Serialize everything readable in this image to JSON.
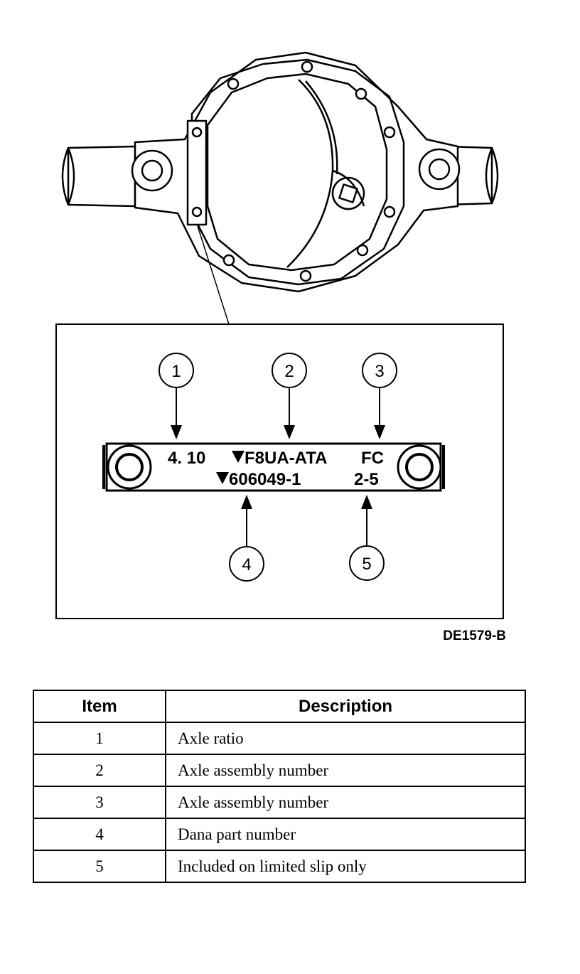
{
  "figure_id": "DE1579-B",
  "tag": {
    "line1": {
      "ratio": "4. 10",
      "assembly": "F8UA-ATA",
      "code": "FC"
    },
    "line2": {
      "part": "606049-1",
      "slip": "2-5"
    }
  },
  "callouts": [
    "1",
    "2",
    "3",
    "4",
    "5"
  ],
  "legend": {
    "headers": {
      "item": "Item",
      "description": "Description"
    },
    "rows": [
      {
        "item": "1",
        "description": "Axle ratio"
      },
      {
        "item": "2",
        "description": "Axle assembly number"
      },
      {
        "item": "3",
        "description": "Axle assembly number"
      },
      {
        "item": "4",
        "description": "Dana part number"
      },
      {
        "item": "5",
        "description": "Included on limited slip only"
      }
    ]
  }
}
